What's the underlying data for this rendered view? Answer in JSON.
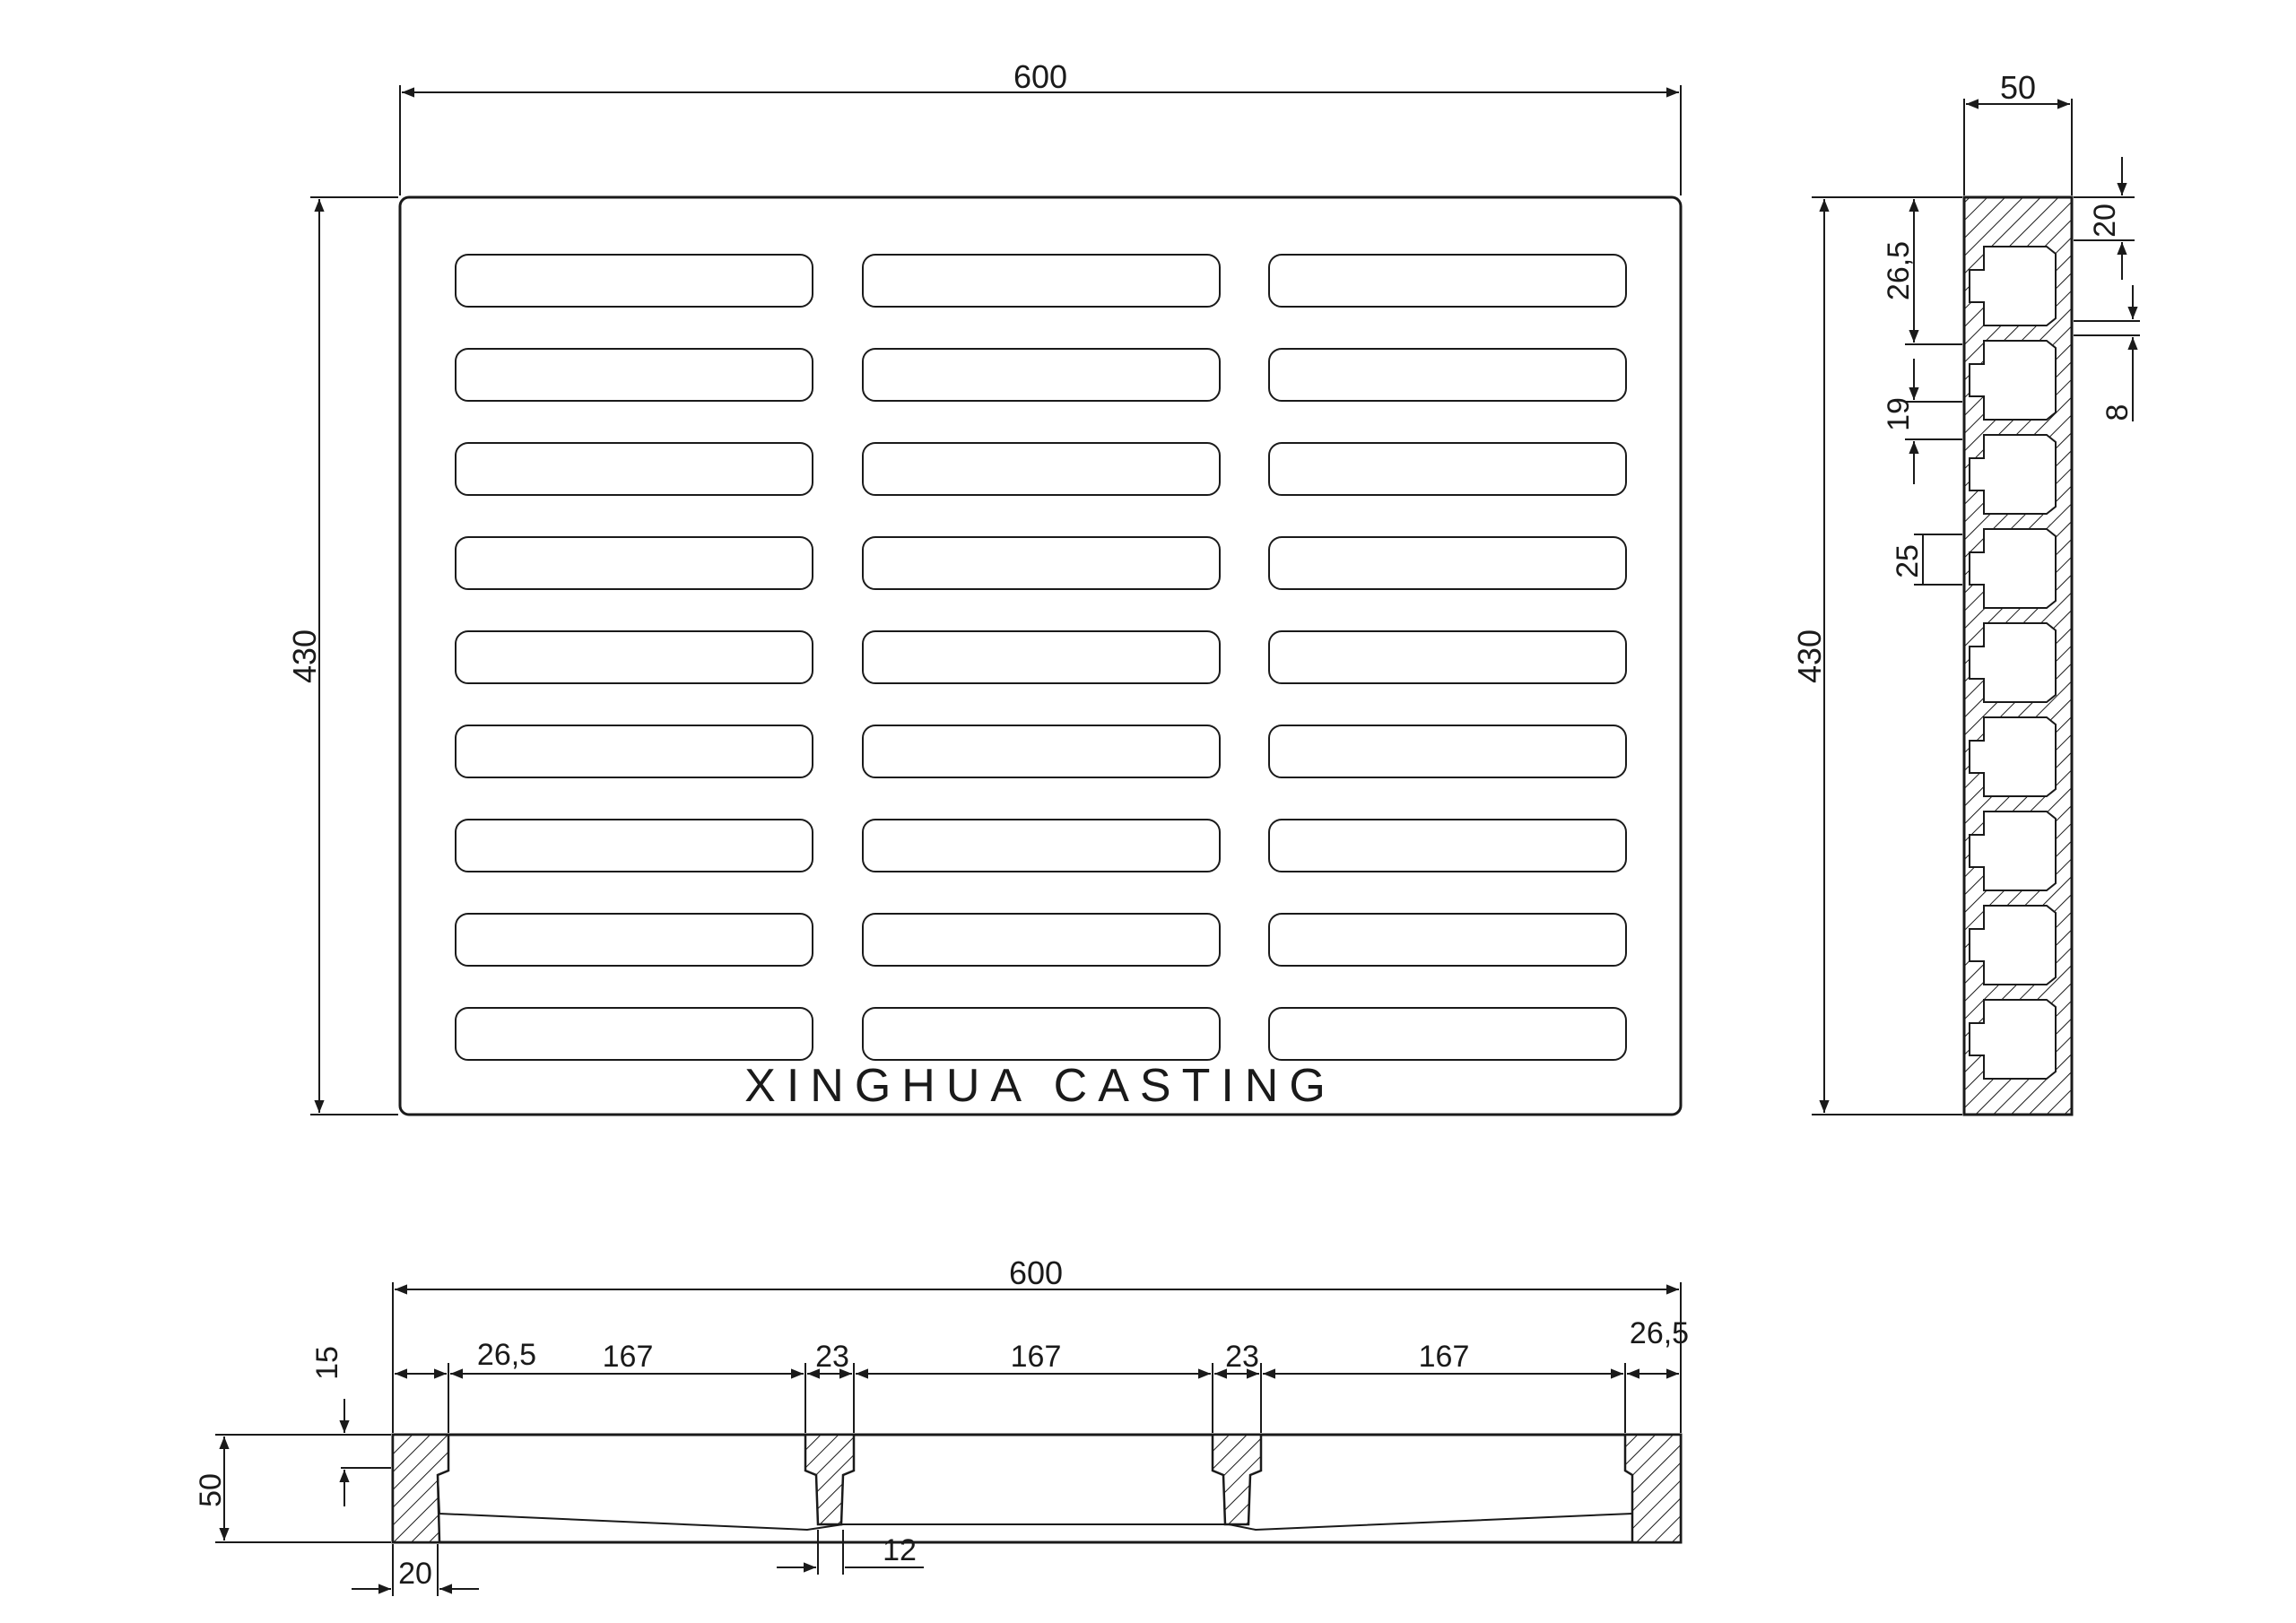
{
  "brand_text": "XINGHUA CASTING",
  "plan_view": {
    "width_label": "600",
    "height_label": "430",
    "slot_rows": 9,
    "slot_columns": 3
  },
  "side_view": {
    "depth_label": "50",
    "height_label": "430",
    "top_flange_label": "20",
    "slot_label": "26,5",
    "rib_label": "19",
    "bottom_label": "8",
    "gap_label": "25"
  },
  "front_view": {
    "width_label": "600",
    "height_label": "50",
    "top_label": "15",
    "edge_left_label": "26,5",
    "edge_right_label": "26,5",
    "span_labels": [
      "167",
      "167",
      "167"
    ],
    "rib_labels": [
      "23",
      "23"
    ],
    "wall_label": "20",
    "rib_bottom_label": "12"
  },
  "colors": {
    "line": "#1a1a1a",
    "background": "#ffffff"
  }
}
